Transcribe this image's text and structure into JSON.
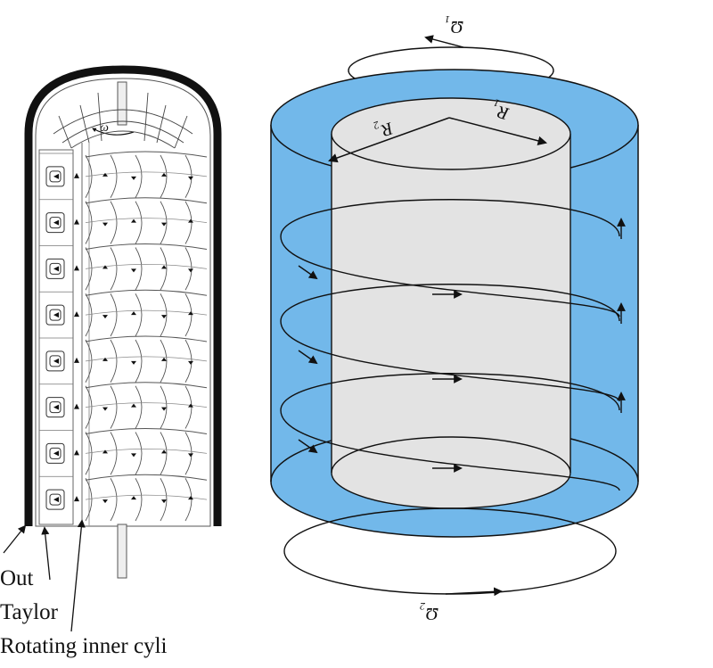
{
  "left_figure": {
    "labels": {
      "outer": "Out",
      "taylor": "Taylor",
      "inner": "Rotating inner cyli"
    },
    "omega_symbol": "ω",
    "vortex_count": 8
  },
  "right_figure": {
    "symbols": {
      "omega_inner": "Ω",
      "omega_inner_sub": "1",
      "r_outer": "R",
      "r_outer_sub": "2",
      "r_inner": "R",
      "r_inner_sub": "1",
      "omega_outer": "Ω",
      "omega_outer_sub": "2"
    },
    "colors": {
      "fluid": "#72b8ea",
      "inner_cylinder": "#e3e3e3",
      "outline": "#111111"
    },
    "helix_turns": 3
  }
}
